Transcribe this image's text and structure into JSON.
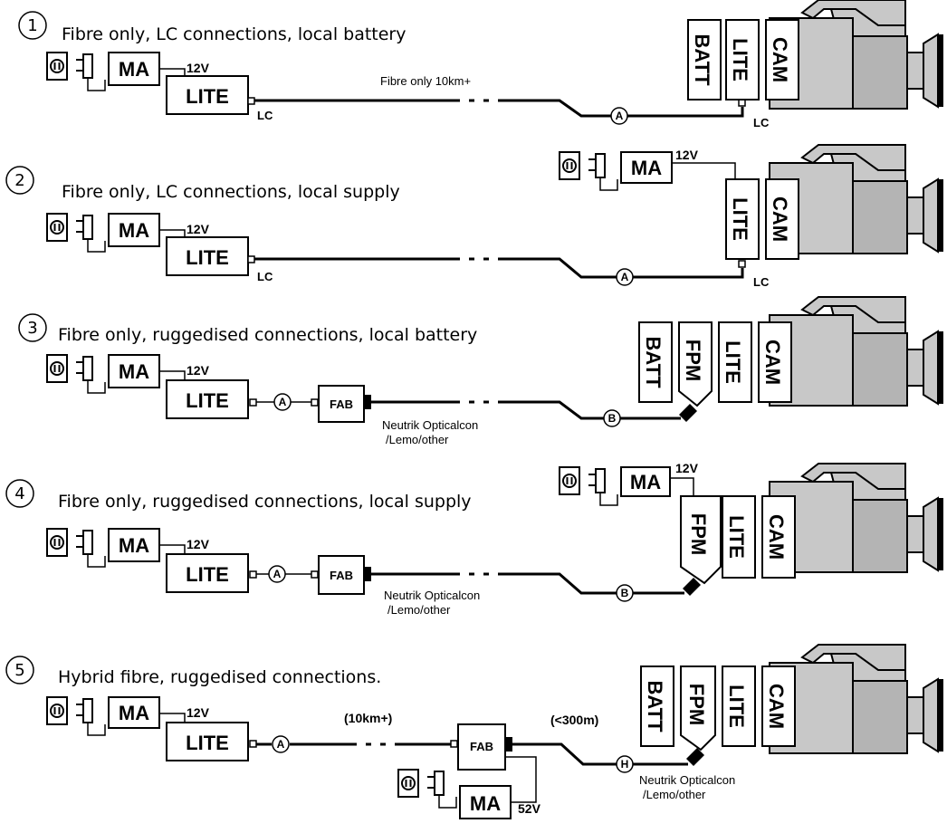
{
  "labels": {
    "ma": "MA",
    "lite": "LITE",
    "cam": "CAM",
    "batt": "BATT",
    "fpm": "FPM",
    "fab": "FAB",
    "lc": "LC",
    "v12": "12V",
    "v52": "52V",
    "neutrik_line1": "Neutrik Opticalcon",
    "neutrik_line2": "/Lemo/other",
    "conn_a": "A",
    "conn_b": "B",
    "conn_h": "H"
  },
  "scenarios": [
    {
      "number": "1",
      "title": "Fibre only, LC connections, local battery",
      "note": "Fibre only 10km+"
    },
    {
      "number": "2",
      "title": "Fibre only, LC connections, local supply"
    },
    {
      "number": "3",
      "title": "Fibre only, ruggedised connections, local battery"
    },
    {
      "number": "4",
      "title": "Fibre only, ruggedised connections, local supply"
    },
    {
      "number": "5",
      "title": "Hybrid fibre, ruggedised connections.",
      "dist_long": "(10km+)",
      "dist_short": "(<300m)"
    }
  ]
}
